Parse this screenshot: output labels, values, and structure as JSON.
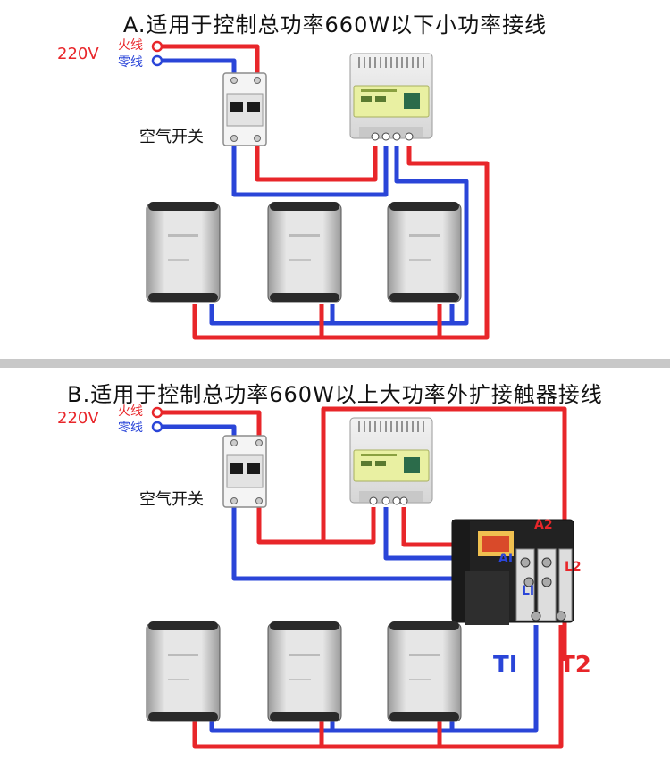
{
  "section_a": {
    "title": "A.适用于控制总功率660W以下小功率接线",
    "voltage": "220V",
    "live_label": "火线",
    "neutral_label": "零线",
    "breaker_label": "空气开关"
  },
  "section_b": {
    "title": "B.适用于控制总功率660W以上大功率外扩接触器接线",
    "voltage": "220V",
    "live_label": "火线",
    "neutral_label": "零线",
    "breaker_label": "空气开关",
    "contactor_terminals": {
      "a2": "A2",
      "a1": "AI",
      "l2": "L2",
      "l1": "LI",
      "t1": "TI",
      "t2": "T2"
    }
  },
  "colors": {
    "live_wire": "#e8262a",
    "neutral_wire": "#2a45d8",
    "separator": "#c8c8c8"
  }
}
